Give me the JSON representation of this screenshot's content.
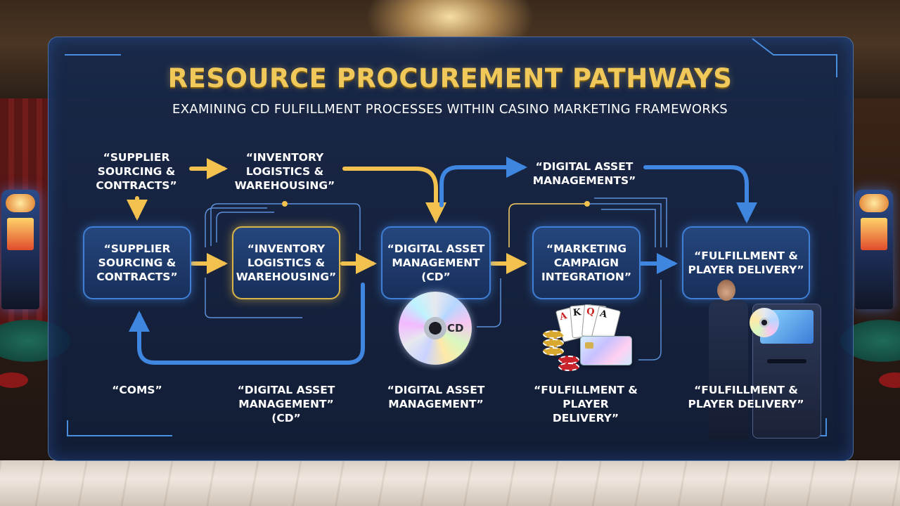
{
  "header": {
    "title": "RESOURCE PROCUREMENT PATHWAYS",
    "subtitle": "EXAMINING CD FULFILLMENT PROCESSES WITHIN CASINO MARKETING FRAMEWORKS"
  },
  "top_labels": {
    "supplier": "“SUPPLIER\nSOURCING &\nCONTRACTS”",
    "inventory": "“INVENTORY\nLOGISTICS &\nWAREHOUSING”",
    "digital": "“DIGITAL ASSET\nMANAGEMENTS”"
  },
  "nodes": {
    "supplier": "“SUPPLIER\nSOURCING &\nCONTRACTS”",
    "inventory": "“INVENTORY\nLOGISTICS &\nWAREHOUSING”",
    "digital": "“DIGITAL ASSET\nMANAGEMENT\n(CD”",
    "marketing": "“MARKETING\nCAMPAIGN\nINTEGRATION”",
    "fulfillment": "“FULFILLMENT &\nPLAYER DELIVERY”"
  },
  "bottom_labels": {
    "coms": "“COMS”",
    "digital_cd": "“DIGITAL ASSET\nMANAGEMENT”\n(CD”",
    "digital": "“DIGITAL ASSET\nMANAGEMENT”",
    "fulfillment_player": "“FULFILLMENT &\nPLAYER\nDELIVERY”",
    "fulfillment_delivery": "“FULFILLMENT &\nPLAYER DELIVERY”"
  },
  "illustrations": {
    "cd_label": "CD",
    "card_ranks": [
      "A",
      "K",
      "Q",
      "A"
    ]
  },
  "colors": {
    "gold": "#f2c14e",
    "blue": "#3f7fd6",
    "panel": "#14284e",
    "title": "#f1c95a"
  }
}
